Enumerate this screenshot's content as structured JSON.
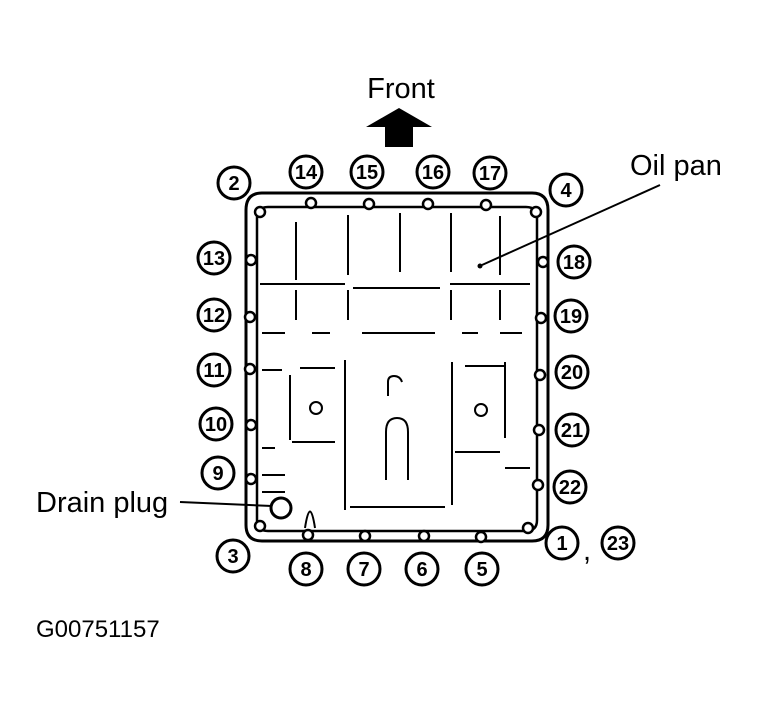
{
  "labels": {
    "front": "Front",
    "oil_pan": "Oil pan",
    "drain_plug": "Drain plug",
    "figure_code": "G00751157",
    "comma": ","
  },
  "bolts": {
    "b1": "1",
    "b2": "2",
    "b3": "3",
    "b4": "4",
    "b5": "5",
    "b6": "6",
    "b7": "7",
    "b8": "8",
    "b9": "9",
    "b10": "10",
    "b11": "11",
    "b12": "12",
    "b13": "13",
    "b14": "14",
    "b15": "15",
    "b16": "16",
    "b17": "17",
    "b18": "18",
    "b19": "19",
    "b20": "20",
    "b21": "21",
    "b22": "22",
    "b23": "23"
  }
}
